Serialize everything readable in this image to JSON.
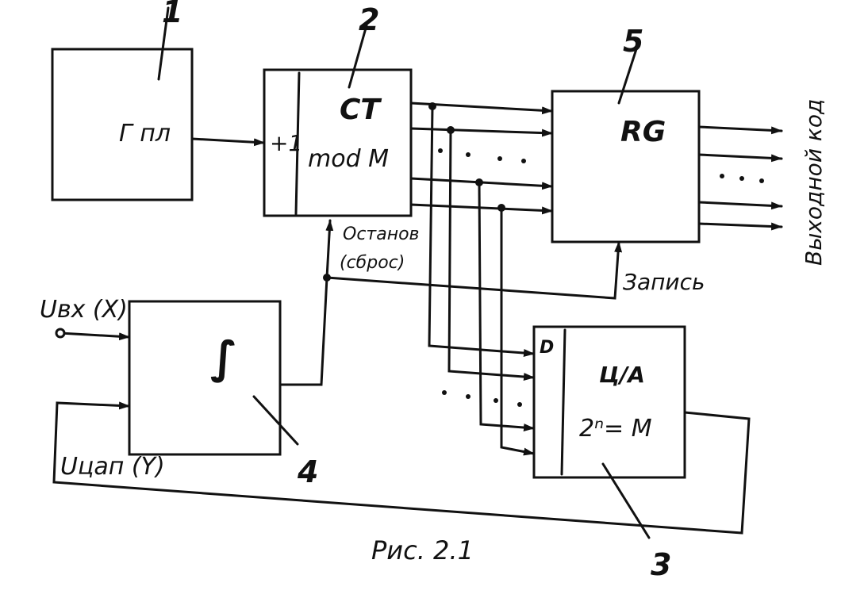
{
  "blocks": {
    "generator": {
      "number": "1",
      "label": "Г пл"
    },
    "counter": {
      "number": "2",
      "input_label": "+1",
      "line1": "CT",
      "line2": "mod M"
    },
    "register": {
      "number": "5",
      "label": "RG"
    },
    "dac": {
      "number": "3",
      "input_label": "D",
      "line1": "Ц/А",
      "line2": "2ⁿ= M"
    },
    "comparator": {
      "number": "4",
      "symbol": "∫"
    }
  },
  "signals": {
    "stop_line1": "Останов",
    "stop_line2": "(сброс)",
    "write": "Запись",
    "output_code": "Выходной код",
    "input_x": "Uвх (X)",
    "input_y": "Uцап (Y)"
  },
  "caption": "Рис. 2.1"
}
